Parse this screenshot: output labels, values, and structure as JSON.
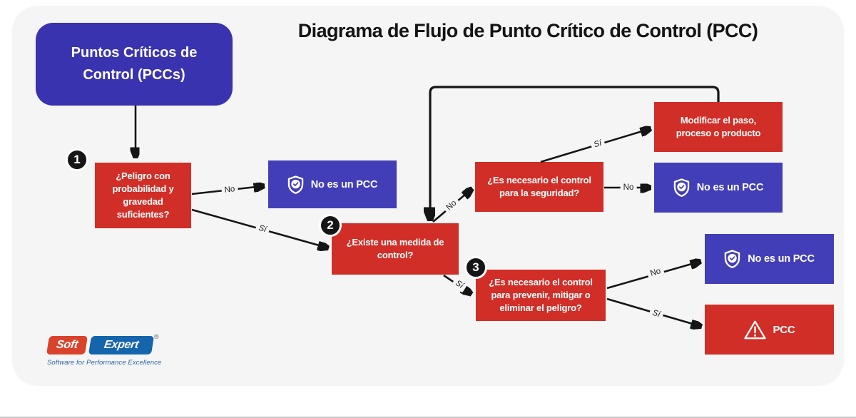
{
  "title": "Diagrama de Flujo de Punto Crítico de Control (PCC)",
  "colors": {
    "red": "#d02e27",
    "blue": "#423eb8",
    "blue-dark": "#3a33b0",
    "panel": "#f4f5f4",
    "logo-red": "#d9432c",
    "logo-blue": "#1565ad"
  },
  "nodes": {
    "start": "Puntos Críticos de\nControl (PCCs)",
    "q1": "¿Peligro con\nprobabilidad y\ngravedad\nsuficientes?",
    "q2": "¿Existe una medida de\ncontrol?",
    "q_security": "¿Es necesario el control\npara la seguridad?",
    "modify": "Modificar el paso,\nproceso o producto",
    "q3": "¿Es necesario el control\npara prevenir, mitigar o\neliminar el peligro?",
    "not_pcc": "No es un PCC",
    "pcc": "PCC"
  },
  "step_badges": {
    "one": "1",
    "two": "2",
    "three": "3"
  },
  "edge_labels": {
    "yes": "Sí",
    "no": "No"
  },
  "logo": {
    "soft": "Soft",
    "expert": "Expert",
    "reg": "®",
    "tagline": "Software for Performance Excellence"
  }
}
